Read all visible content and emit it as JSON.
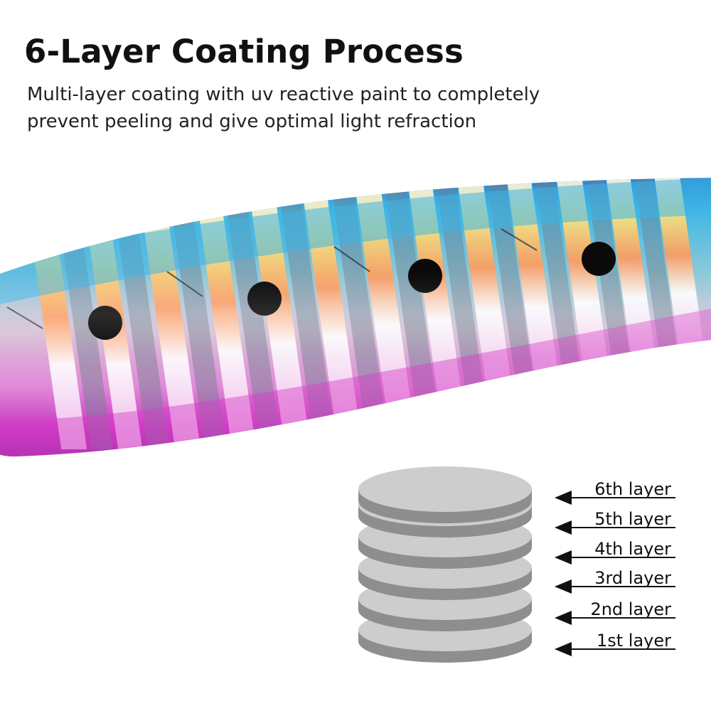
{
  "header": {
    "title": "6-Layer Coating Process",
    "subtitle": "Multi-layer coating with uv reactive paint to completely prevent peeling and give optimal light refraction"
  },
  "colors": {
    "lure_top": "#3fb6e0",
    "lure_belly": "#d23fc4",
    "layer_fill": "#c9c9c9",
    "layer_edge": "#9a9a9a",
    "text": "#111111"
  },
  "layers": [
    {
      "label": "6th layer"
    },
    {
      "label": "5th layer"
    },
    {
      "label": "4th layer"
    },
    {
      "label": "3rd layer"
    },
    {
      "label": "2nd layer"
    },
    {
      "label": "1st layer"
    }
  ]
}
